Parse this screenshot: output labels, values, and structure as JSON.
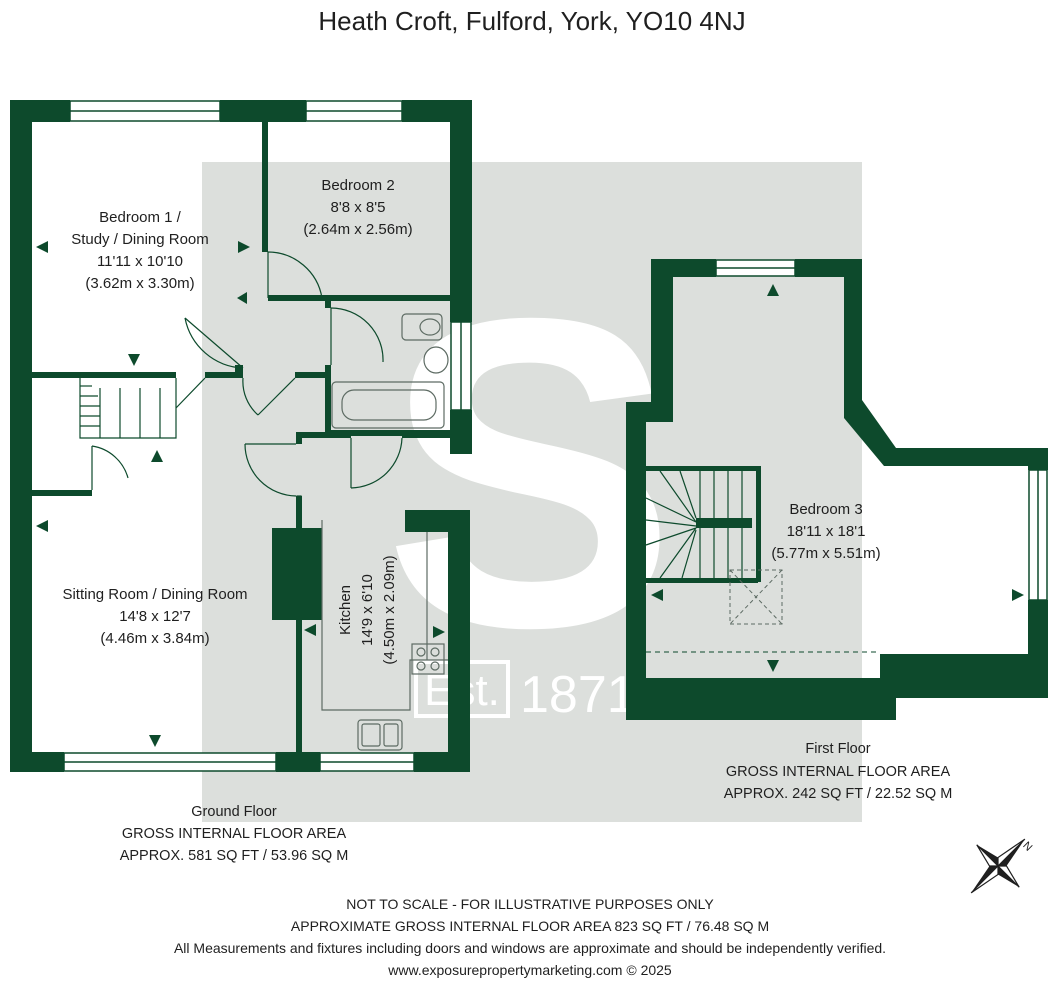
{
  "title": "Heath Croft, Fulford, York, YO10 4NJ",
  "colors": {
    "wall": "#0d4a2c",
    "watermark": "#dcdfdc",
    "fixture": "#5d6b63",
    "text": "#1f1f1f"
  },
  "watermark": {
    "logo_letter": "S",
    "est": "Est.",
    "year": "1871"
  },
  "rooms": {
    "bedroom1": {
      "line1": "Bedroom 1 /",
      "line2": "Study / Dining Room",
      "imperial": "11'11 x 10'10",
      "metric": "(3.62m x 3.30m)"
    },
    "bedroom2": {
      "name": "Bedroom 2",
      "imperial": "8'8 x 8'5",
      "metric": "(2.64m x 2.56m)"
    },
    "sitting": {
      "name": "Sitting Room / Dining Room",
      "imperial": "14'8 x 12'7",
      "metric": "(4.46m x 3.84m)"
    },
    "kitchen": {
      "name": "Kitchen",
      "imperial": "14'9 x 6'10",
      "metric": "(4.50m x 2.09m)"
    },
    "bedroom3": {
      "name": "Bedroom 3",
      "imperial": "18'11 x 18'1",
      "metric": "(5.77m x 5.51m)"
    }
  },
  "ground_floor": {
    "label": "Ground Floor",
    "area_title": "GROSS INTERNAL FLOOR AREA",
    "area": "APPROX. 581 SQ FT / 53.96 SQ M"
  },
  "first_floor": {
    "label": "First Floor",
    "area_title": "GROSS INTERNAL FLOOR AREA",
    "area": "APPROX. 242 SQ FT / 22.52 SQ M"
  },
  "compass": {
    "letter": "N"
  },
  "footer": {
    "line1": "NOT TO SCALE - FOR ILLUSTRATIVE PURPOSES ONLY",
    "line2": "APPROXIMATE GROSS INTERNAL FLOOR AREA 823 SQ FT / 76.48 SQ M",
    "line3": "All Measurements and fixtures including doors and windows are approximate and should be independently verified.",
    "line4": "www.exposurepropertymarketing.com © 2025"
  }
}
